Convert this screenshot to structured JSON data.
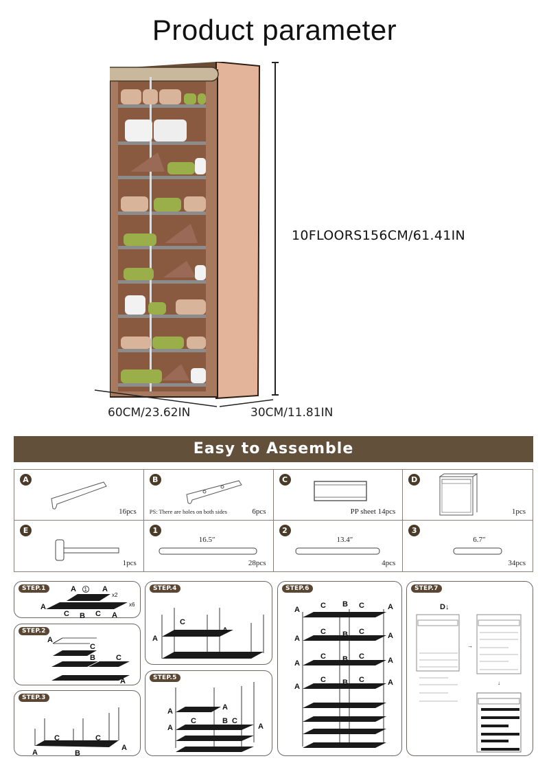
{
  "header": {
    "title": "Product parameter"
  },
  "product": {
    "floors_height": "10FLOORS156CM/61.41IN",
    "width": "60CM/23.62IN",
    "depth": "30CM/11.81IN",
    "colors": {
      "cover": "#a77a5f",
      "side": "#e3b39a",
      "inner": "#8a5a40",
      "rail": "#7b7b7b"
    },
    "shelves": 10
  },
  "assembly": {
    "banner": "Easy to Assemble",
    "banner_color": "#62503b",
    "parts": [
      {
        "badge": "A",
        "icon": "connector-icon",
        "qty": "16pcs",
        "note": ""
      },
      {
        "badge": "B",
        "icon": "connector-holes-icon",
        "qty": "6pcs",
        "note": "PS:  There are holes on both sides"
      },
      {
        "badge": "C",
        "icon": "pp-sheet-icon",
        "qty": "PP sheet 14pcs",
        "note": ""
      },
      {
        "badge": "D",
        "icon": "cover-icon",
        "qty": "1pcs",
        "note": ""
      },
      {
        "badge": "E",
        "icon": "hammer-icon",
        "qty": "1pcs",
        "note": ""
      },
      {
        "badge": "1",
        "icon": "tube-icon",
        "qty": "28pcs",
        "length": "16.5″"
      },
      {
        "badge": "2",
        "icon": "tube-icon",
        "qty": "4pcs",
        "length": "13.4″"
      },
      {
        "badge": "3",
        "icon": "tube-icon",
        "qty": "34pcs",
        "length": "6.7″"
      }
    ],
    "steps": [
      {
        "label": "STEP.1",
        "multipliers": [
          "x2",
          "x6"
        ]
      },
      {
        "label": "STEP.2"
      },
      {
        "label": "STEP.3"
      },
      {
        "label": "STEP.4"
      },
      {
        "label": "STEP.5"
      },
      {
        "label": "STEP.6"
      },
      {
        "label": "STEP.7",
        "cover_label": "D↓"
      }
    ]
  }
}
